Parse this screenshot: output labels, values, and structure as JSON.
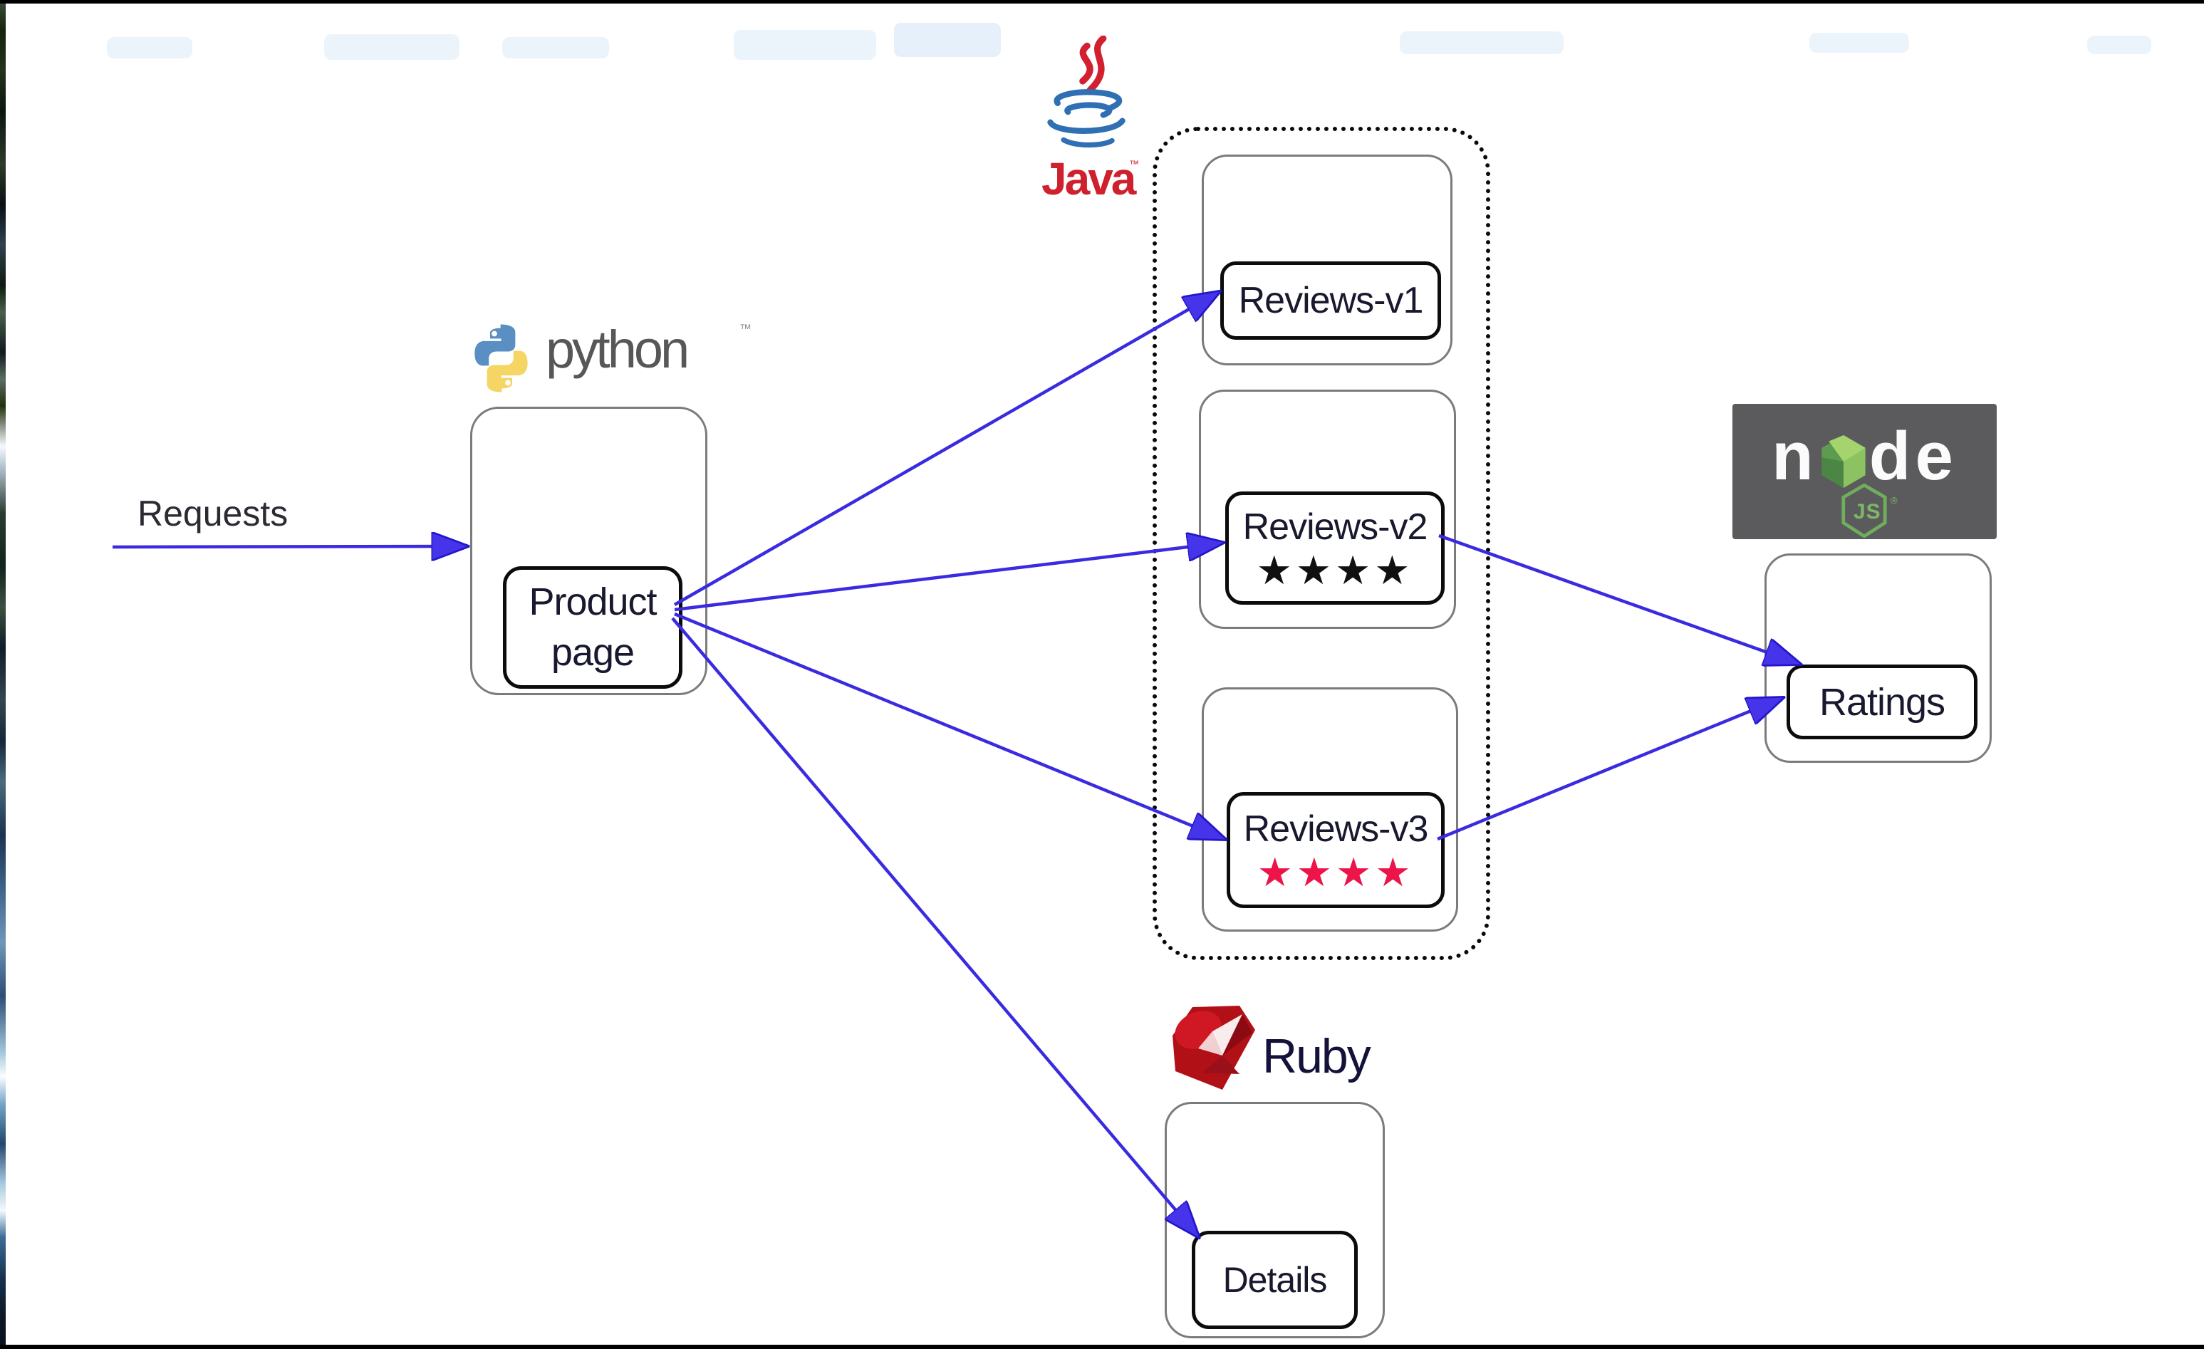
{
  "labels": {
    "requests": "Requests"
  },
  "nodes": {
    "product_page": {
      "label": "Product\npage"
    },
    "reviews_v1": {
      "label": "Reviews-v1"
    },
    "reviews_v2": {
      "label": "Reviews-v2",
      "stars": "★★★★",
      "stars_color": "#101010"
    },
    "reviews_v3": {
      "label": "Reviews-v3",
      "stars": "★★★★",
      "stars_color": "#ec1448"
    },
    "ratings": {
      "label": "Ratings"
    },
    "details": {
      "label": "Details"
    }
  },
  "logos": {
    "python": {
      "wordmark": "python",
      "tm": "™",
      "icon_blue": "#5a8fc4",
      "icon_yellow": "#f5d564",
      "text_color": "#575757"
    },
    "java": {
      "wordmark": "Java",
      "tm": "™",
      "red": "#cf202e",
      "blue": "#2f6fb4"
    },
    "node": {
      "letter_n": "n",
      "letters_de": "de",
      "js": "JS",
      "reg": "®",
      "bg": "#5b5b5d",
      "green": "#6fae5b"
    },
    "ruby": {
      "wordmark": "Ruby",
      "red": "#b01016",
      "text_color": "#12123a"
    }
  },
  "edges": [
    {
      "from": "requests",
      "to": "product_page"
    },
    {
      "from": "product_page",
      "to": "reviews_v1"
    },
    {
      "from": "product_page",
      "to": "reviews_v2"
    },
    {
      "from": "product_page",
      "to": "reviews_v3"
    },
    {
      "from": "product_page",
      "to": "details"
    },
    {
      "from": "reviews_v2",
      "to": "ratings"
    },
    {
      "from": "reviews_v3",
      "to": "ratings"
    }
  ],
  "colors": {
    "arrow_line": "#3a2ae0",
    "arrow_head_fill": "#4534ea",
    "arrow_head_edge": "#2316c8",
    "box_border_outer": "#7b7b7b",
    "box_border_inner": "#0c0c0c",
    "label_text": "#18182e",
    "top_bottom_bar": "#000000"
  }
}
